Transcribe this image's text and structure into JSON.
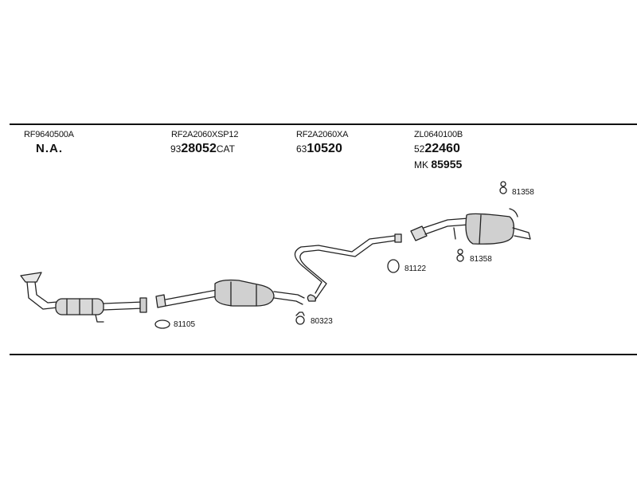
{
  "columns": [
    {
      "code": "RF9640500A",
      "status": "N.A."
    },
    {
      "code": "RF2A2060XSP12",
      "prefix": "93",
      "number": "28052",
      "suffix": "CAT"
    },
    {
      "code": "RF2A2060XA",
      "prefix": "63",
      "number": "10520"
    },
    {
      "code": "ZL0640100B",
      "prefix": "52",
      "number": "22460",
      "mk_prefix": "MK",
      "mk_number": "85955"
    }
  ],
  "parts": [
    {
      "label": "81105"
    },
    {
      "label": "80323"
    },
    {
      "label": "81122"
    },
    {
      "label": "81358"
    },
    {
      "label": "81358"
    }
  ]
}
